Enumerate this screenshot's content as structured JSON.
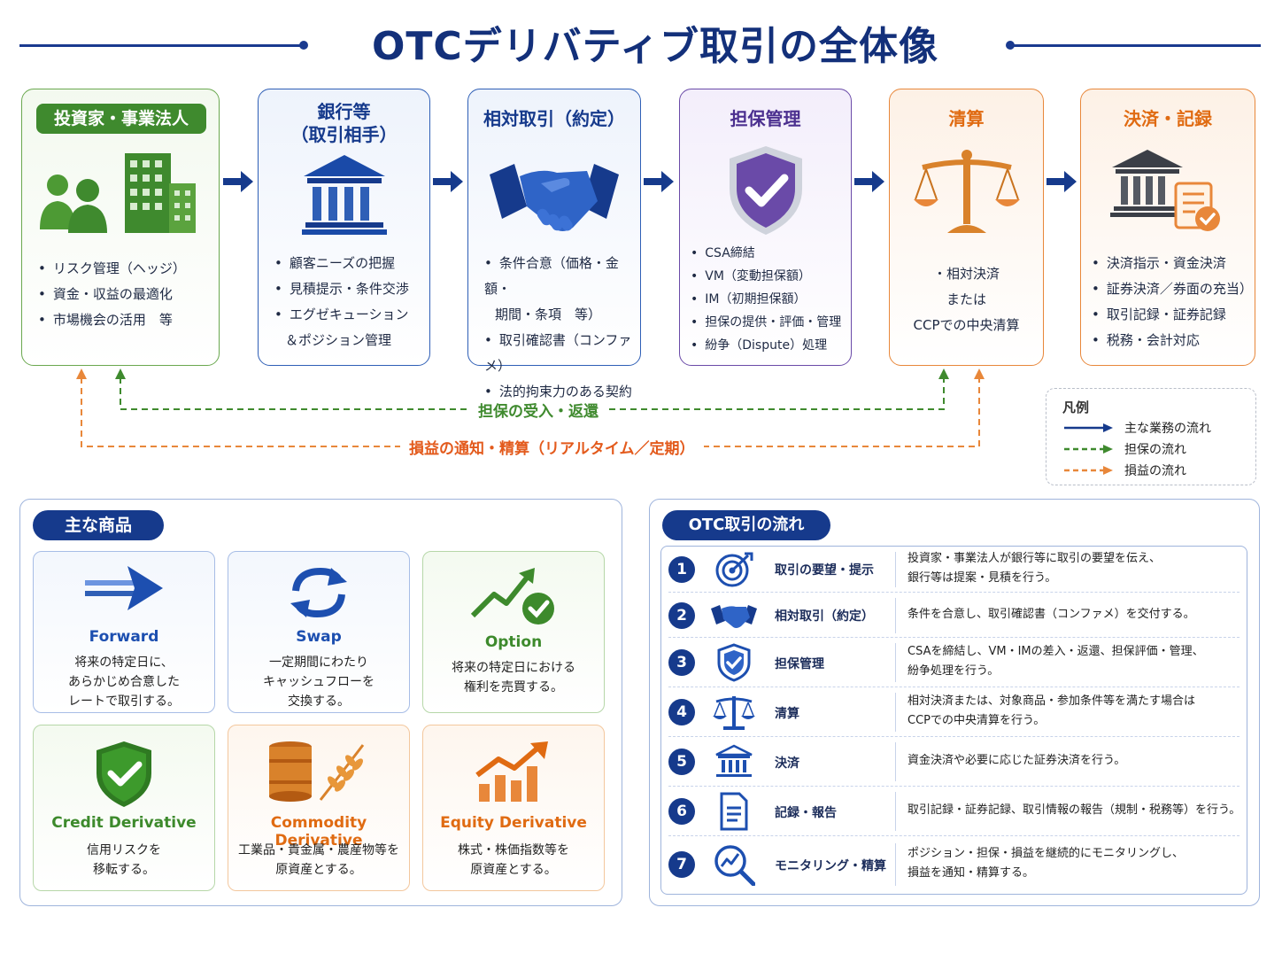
{
  "title": "OTCデリバティブ取引の全体像",
  "cards": {
    "investor": {
      "title": "投資家・事業法人",
      "items": [
        "リスク管理（ヘッジ）",
        "資金・収益の最適化",
        "市場機会の活用　等"
      ]
    },
    "bank": {
      "title_line1": "銀行等",
      "title_line2": "（取引相手）",
      "items": [
        "顧客ニーズの把握",
        "見積提示・条件交渉",
        "エグゼキューション",
        "＆ポジション管理"
      ]
    },
    "trade": {
      "title": "相対取引（約定）",
      "items": [
        "条件合意（価格・金額・",
        "期間・条項　等）",
        "取引確認書（コンファメ）",
        "法的拘束力のある契約"
      ]
    },
    "collateral": {
      "title": "担保管理",
      "items": [
        "CSA締結",
        "VM（変動担保額）",
        "IM（初期担保額）",
        "担保の提供・評価・管理",
        "紛争（Dispute）処理"
      ]
    },
    "clearing": {
      "title": "清算",
      "line1": "・相対決済",
      "line2": "または",
      "line3": "CCPでの中央清算"
    },
    "settlement": {
      "title": "決済・記録",
      "items": [
        "決済指示・資金決済",
        "証券決済／券面の充当）",
        "取引記録・証券記録",
        "税務・会計対応"
      ]
    }
  },
  "flows": {
    "collateral_label": "担保の受入・返還",
    "pnl_label": "損益の通知・精算（リアルタイム／定期）"
  },
  "legend": {
    "title": "凡例",
    "main": "主な業務の流れ",
    "collateral": "担保の流れ",
    "pnl": "損益の流れ"
  },
  "products": {
    "header": "主な商品",
    "items": [
      {
        "name": "Forward",
        "desc1": "将来の特定日に、",
        "desc2": "あらかじめ合意した",
        "desc3": "レートで取引する。"
      },
      {
        "name": "Swap",
        "desc1": "一定期間にわたり",
        "desc2": "キャッシュフローを",
        "desc3": "交換する。"
      },
      {
        "name": "Option",
        "desc1": "将来の特定日における",
        "desc2": "権利を売買する。",
        "desc3": ""
      },
      {
        "name": "Credit Derivative",
        "desc1": "信用リスクを",
        "desc2": "移転する。",
        "desc3": ""
      },
      {
        "name": "Commodity Derivative",
        "desc1": "工業品・貴金属・農産物等を",
        "desc2": "原資産とする。",
        "desc3": ""
      },
      {
        "name": "Equity Derivative",
        "desc1": "株式・株価指数等を",
        "desc2": "原資産とする。",
        "desc3": ""
      }
    ]
  },
  "otc_flow": {
    "header": "OTC取引の流れ",
    "steps": [
      {
        "num": "1",
        "label": "取引の要望・提示",
        "desc1": "投資家・事業法人が銀行等に取引の要望を伝え、",
        "desc2": "銀行等は提案・見積を行う。"
      },
      {
        "num": "2",
        "label": "相対取引（約定）",
        "desc1": "条件を合意し、取引確認書（コンファメ）を交付する。",
        "desc2": ""
      },
      {
        "num": "3",
        "label": "担保管理",
        "desc1": "CSAを締結し、VM・IMの差入・返還、担保評価・管理、",
        "desc2": "紛争処理を行う。"
      },
      {
        "num": "4",
        "label": "清算",
        "desc1": "相対決済または、対象商品・参加条件等を満たす場合は",
        "desc2": "CCPでの中央清算を行う。"
      },
      {
        "num": "5",
        "label": "決済",
        "desc1": "資金決済や必要に応じた証券決済を行う。",
        "desc2": ""
      },
      {
        "num": "6",
        "label": "記録・報告",
        "desc1": "取引記録・証券記録、取引情報の報告（規制・税務等）を行う。",
        "desc2": ""
      },
      {
        "num": "7",
        "label": "モニタリング・精算",
        "desc1": "ポジション・担保・損益を継続的にモニタリングし、",
        "desc2": "損益を通知・精算する。"
      }
    ]
  },
  "colors": {
    "navy": "#163a8c",
    "green": "#3f8a2e",
    "purple": "#6a4aa8",
    "orange": "#e8873a",
    "pnl_red_orange": "#e35a1c"
  }
}
